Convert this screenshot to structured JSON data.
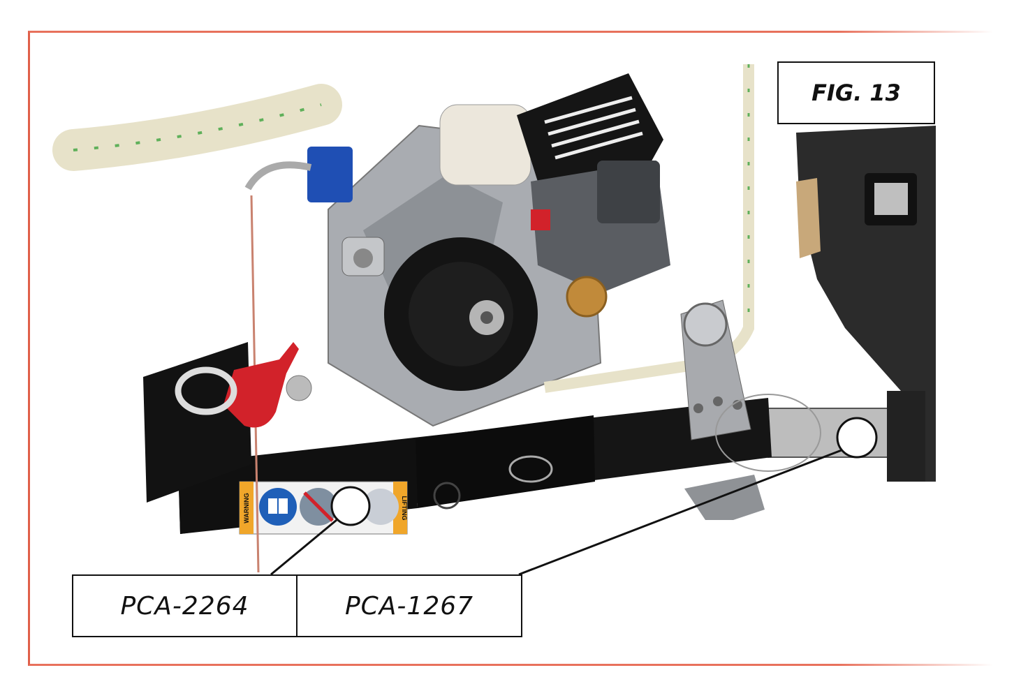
{
  "figure": {
    "title": "FIG. 13"
  },
  "callouts": [
    {
      "part_number": "PCA-2264"
    },
    {
      "part_number": "PCA-1267"
    }
  ],
  "decal": {
    "left_text": "WARNING",
    "right_text": "LIFTING"
  },
  "colors": {
    "frame_border": "#e8715c",
    "frame_black": "#111111",
    "hook_red": "#d2222a",
    "bracket_blue": "#1f4fb4",
    "rope": "#e7e2c9"
  }
}
